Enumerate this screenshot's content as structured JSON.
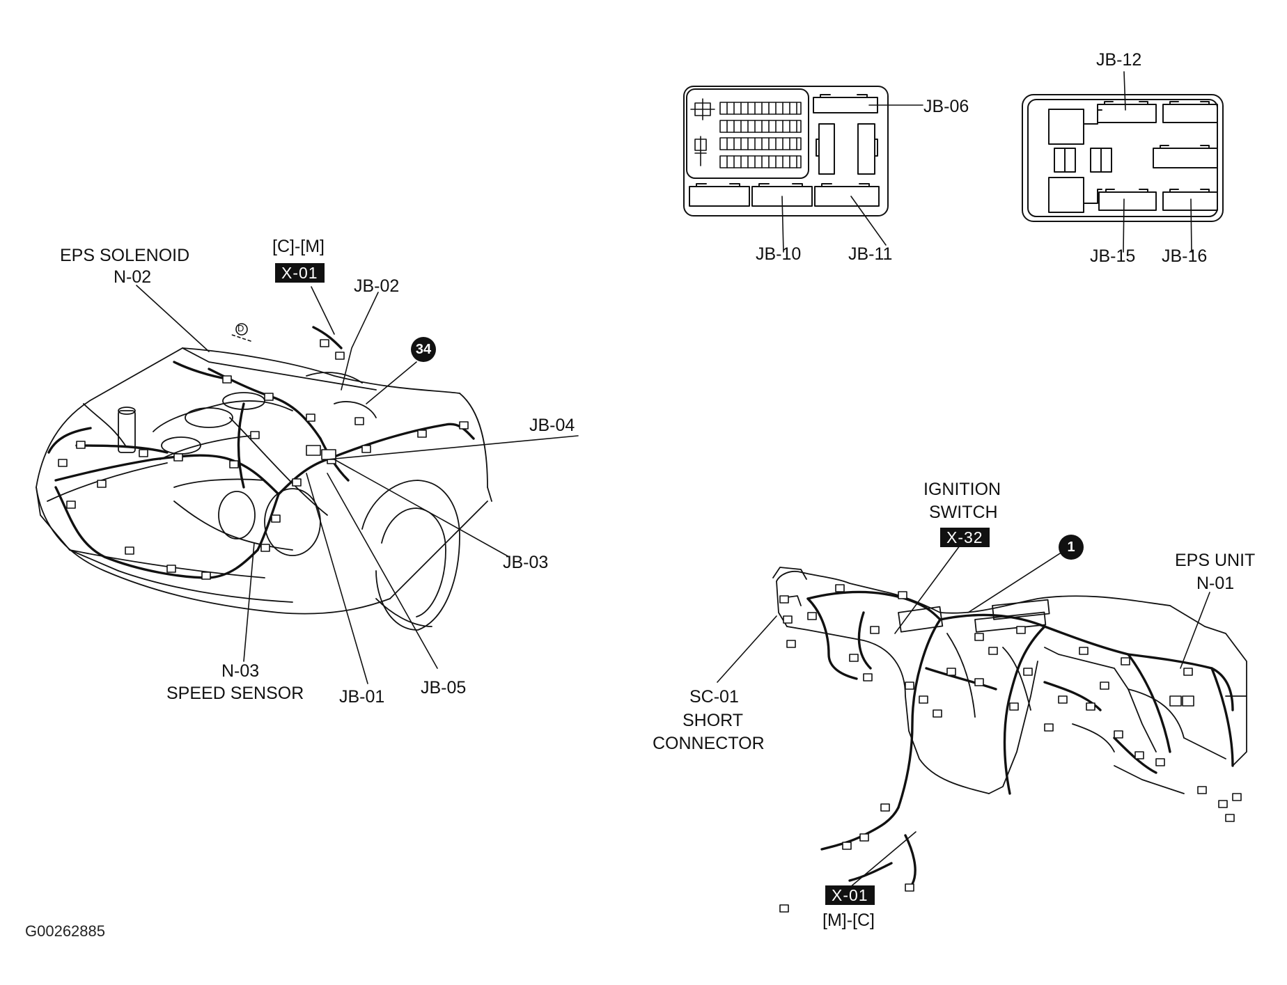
{
  "figure_id": "G00262885",
  "engine_bay": {
    "eps_solenoid": {
      "name": "EPS SOLENOID",
      "code": "N-02"
    },
    "connector_top": {
      "route": "[C]-[M]",
      "code": "X-01"
    },
    "jb02": "JB-02",
    "jb04": "JB-04",
    "jb03": "JB-03",
    "jb05": "JB-05",
    "jb01": "JB-01",
    "speed_sensor": {
      "code": "N-03",
      "name": "SPEED SENSOR"
    },
    "marker_34": "34",
    "marker_d": "D"
  },
  "junction_box_left": {
    "jb06": "JB-06",
    "jb10": "JB-10",
    "jb11": "JB-11"
  },
  "junction_box_right": {
    "jb12": "JB-12",
    "jb15": "JB-15",
    "jb16": "JB-16"
  },
  "dashboard": {
    "ignition_switch": {
      "line1": "IGNITION",
      "line2": "SWITCH",
      "code": "X-32"
    },
    "marker_1": "1",
    "eps_unit": {
      "name": "EPS UNIT",
      "code": "N-01"
    },
    "short_connector": {
      "code": "SC-01",
      "line2": "SHORT",
      "line3": "CONNECTOR"
    },
    "connector_bottom": {
      "code": "X-01",
      "route": "[M]-[C]"
    }
  }
}
